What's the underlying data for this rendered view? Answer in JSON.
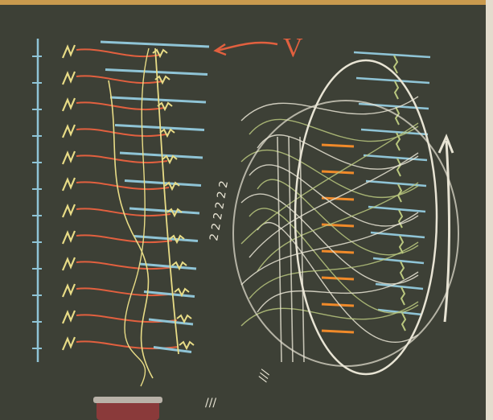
{
  "scene": {
    "subject": "chalkboard-diagram",
    "colors": {
      "board": "#3d4036",
      "board_dark": "#2b2e27",
      "wood": "#c99a4e",
      "frame": "#e3dccd",
      "chalk_blue": "#8fc4d6",
      "chalk_red": "#e2603f",
      "chalk_yellow": "#e8dc86",
      "chalk_green": "#b9c77e",
      "chalk_white": "#e8e4d4",
      "chalk_orange": "#f08a2a",
      "jar": "#8a3a3a"
    },
    "board_text": {
      "top_label": "V",
      "left_column_text": "2 2 2 2 2 2",
      "bottom_left_scribble": "///",
      "bottom_center_scribble": "///"
    },
    "counts": {
      "left_rows": 12,
      "right_rows": 11
    }
  }
}
